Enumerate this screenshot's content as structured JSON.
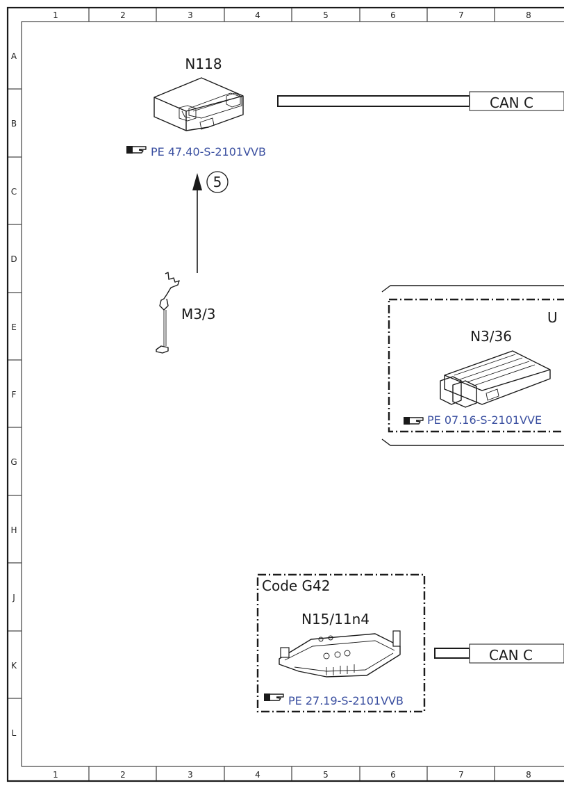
{
  "grid": {
    "columns": [
      "1",
      "2",
      "3",
      "4",
      "5",
      "6",
      "7",
      "8"
    ],
    "rows": [
      "A",
      "B",
      "C",
      "D",
      "E",
      "F",
      "G",
      "H",
      "J",
      "K",
      "L"
    ]
  },
  "components": {
    "n118": {
      "label": "N118",
      "ref": "PE 47.40-S-2101VVB"
    },
    "m33": {
      "label": "M3/3"
    },
    "n336": {
      "label": "N3/36",
      "ref": "PE 07.16-S-2101VVE",
      "group_label": "U"
    },
    "n15": {
      "label": "N15/11n4",
      "ref": "PE 27.19-S-2101VVB",
      "group_label": "Code G42"
    }
  },
  "connections": {
    "can_top": "CAN C",
    "can_bottom": "CAN C",
    "marker": "5"
  },
  "colors": {
    "ref_text": "#3a4fa0",
    "line": "#1a1a1a"
  }
}
